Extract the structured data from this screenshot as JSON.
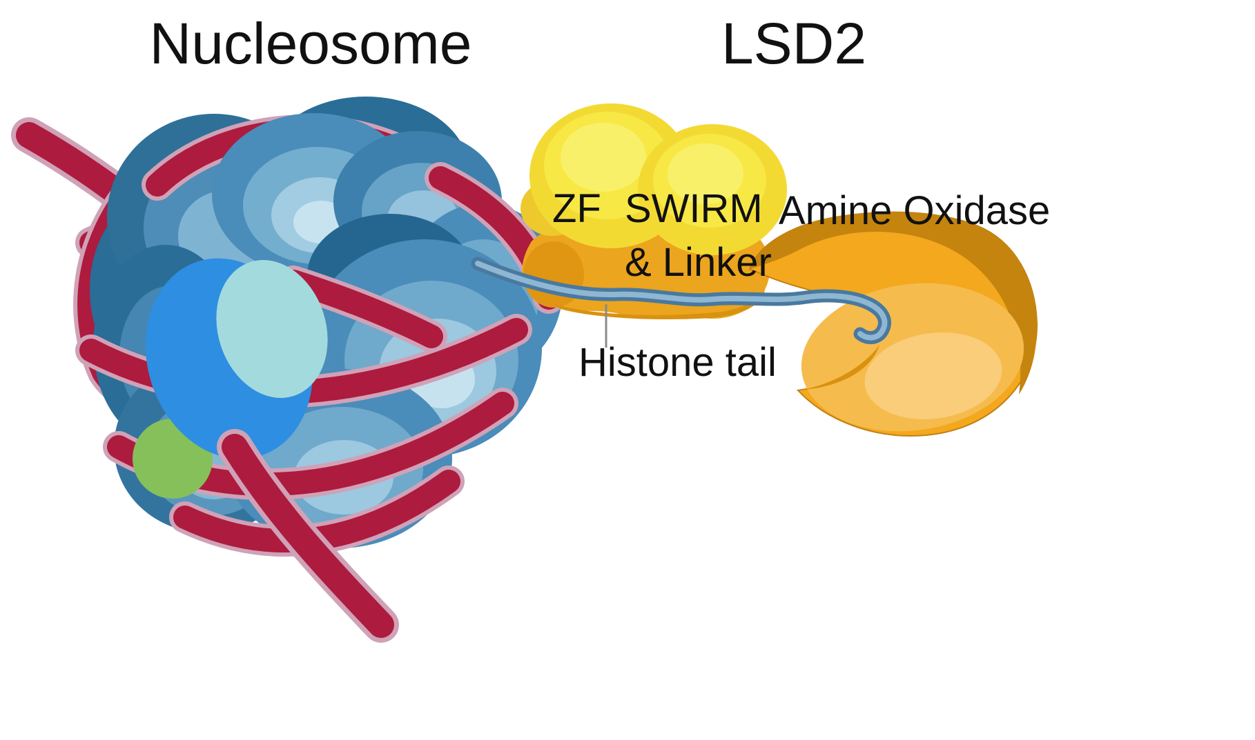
{
  "diagram": {
    "titles": {
      "left": "Nucleosome",
      "right": "LSD2"
    },
    "labels": {
      "zf": "ZF",
      "swirm_line1": "SWIRM",
      "swirm_line2": "& Linker",
      "amine_oxidase": "Amine Oxidase",
      "histone_tail": "Histone tail"
    },
    "colors": {
      "background": "#ffffff",
      "text": "#111111",
      "dna": "#ad1b3f",
      "dna_halo": "#cfa2b7",
      "histone_blue": "#4a8cba",
      "histone_blue_dark": "#2a6d97",
      "histone_blue_light": "#9cc8e0",
      "bright_blue": "#2e8ee1",
      "cyan_highlight": "#a3dadd",
      "green_accent": "#86c05a",
      "lsd2_yellow": "#f3da33",
      "lsd2_orange": "#eca51e",
      "amine_orange": "#f4a81e",
      "amine_orange_dark": "#c5840e",
      "tail_outer": "#49799f",
      "tail_inner": "#8fb6d2",
      "pointer": "#8a8a8a"
    }
  }
}
